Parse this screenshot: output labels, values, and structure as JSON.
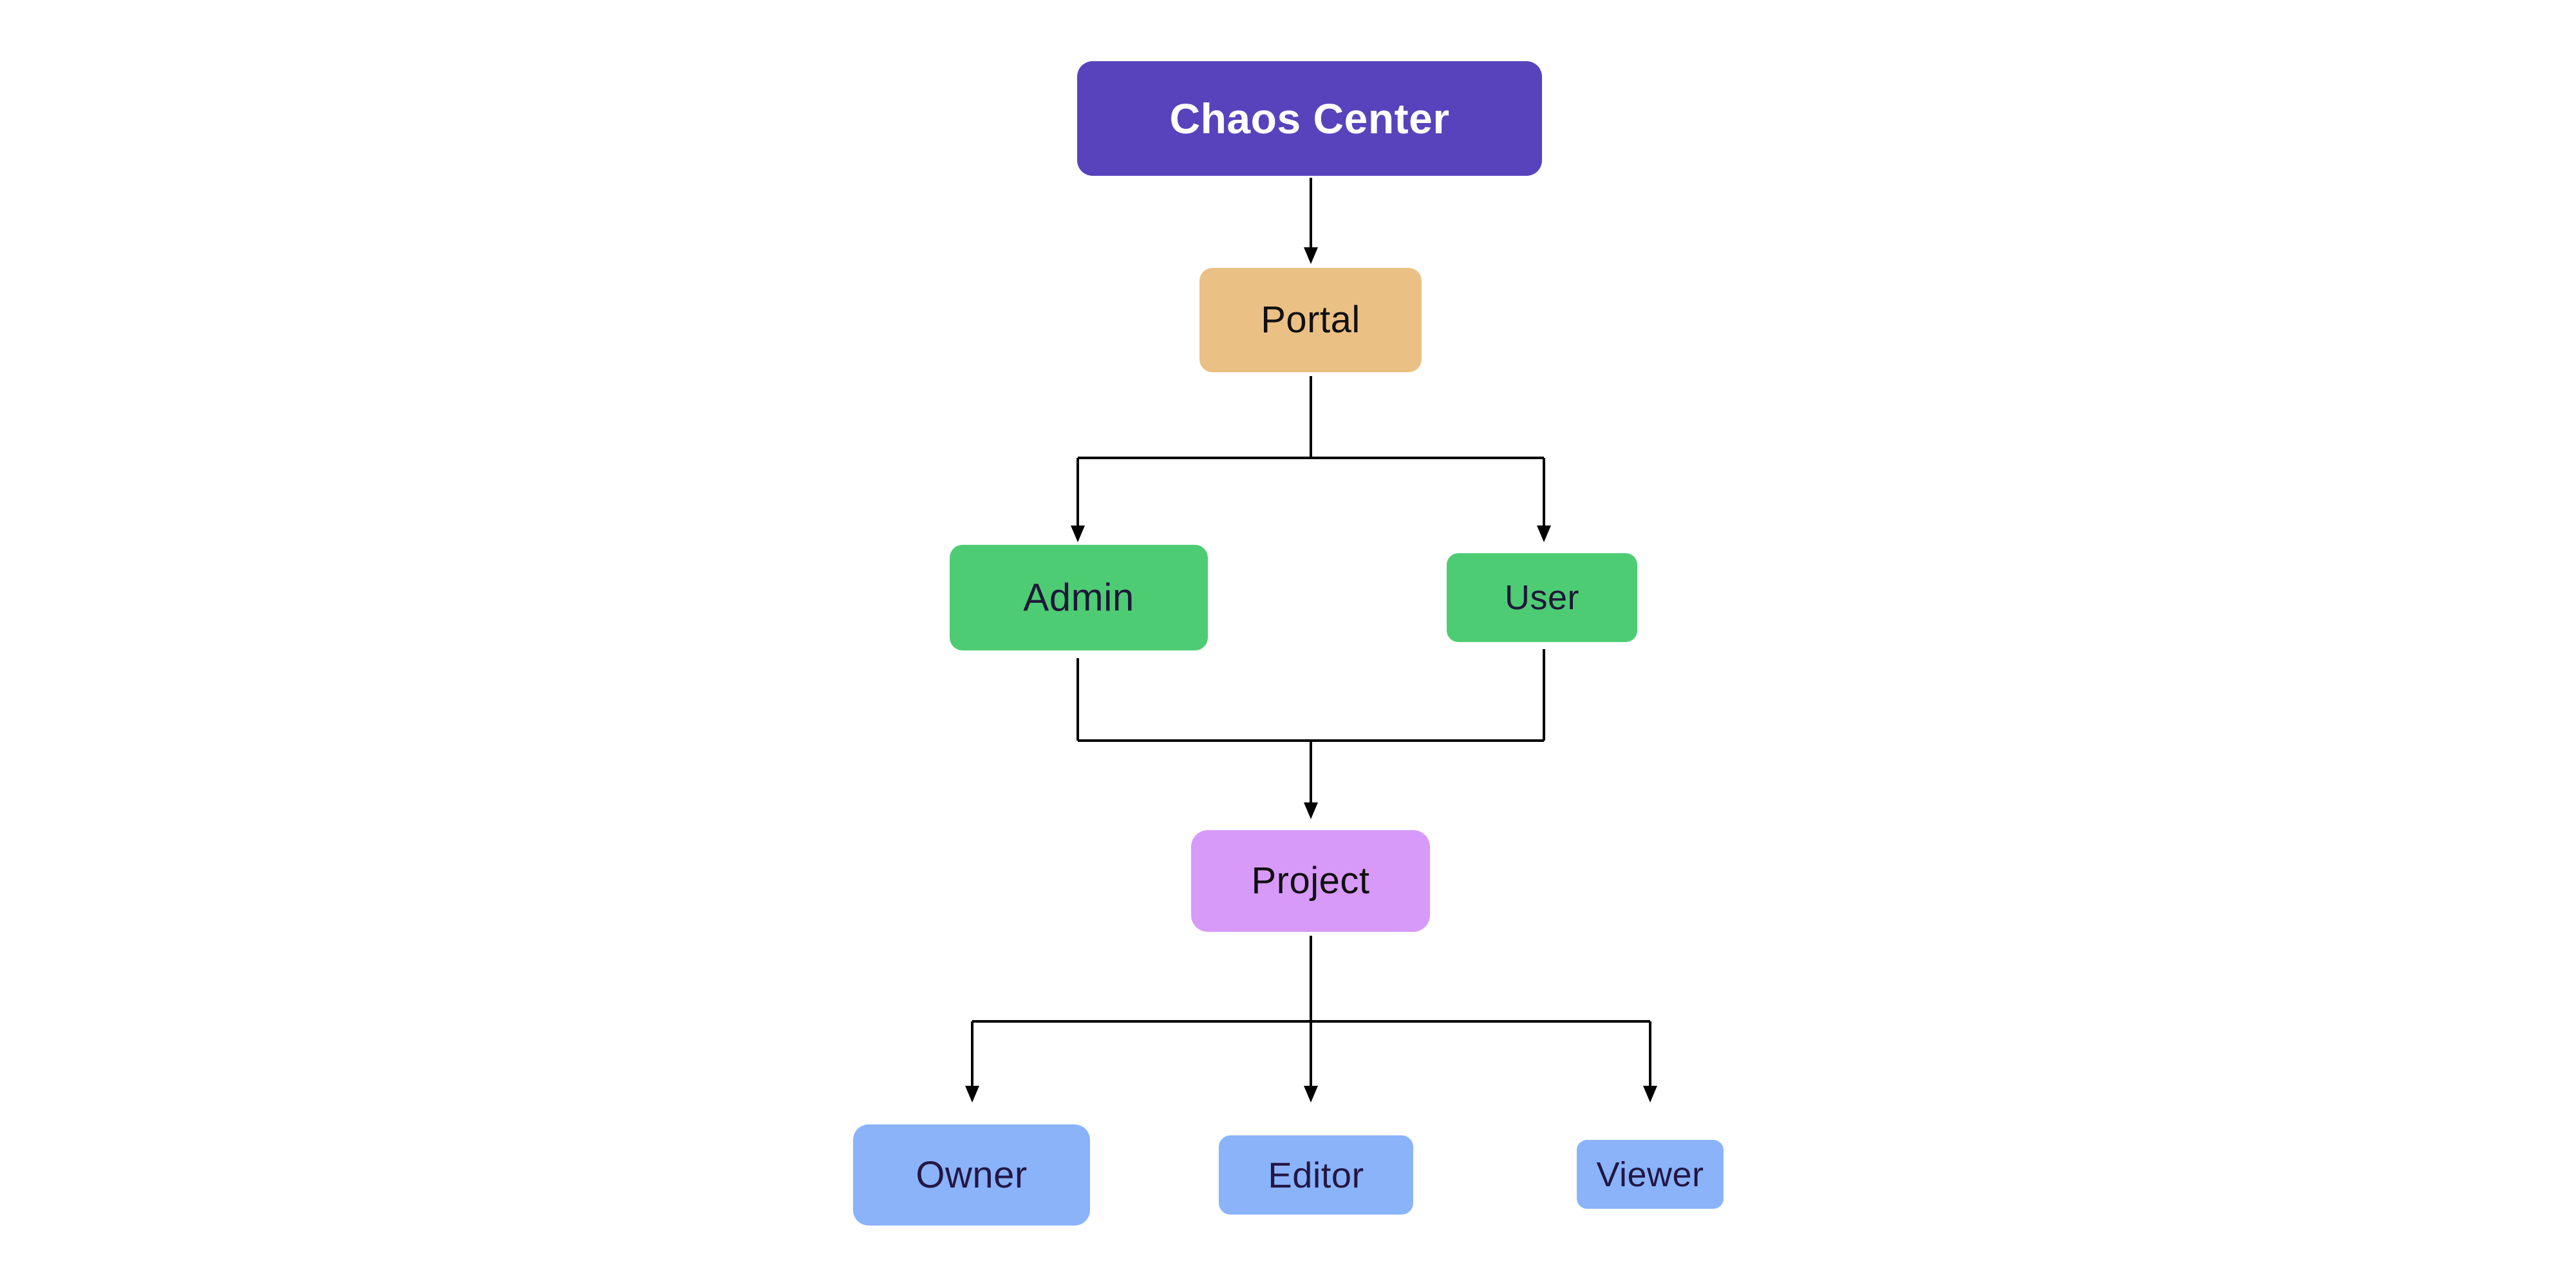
{
  "diagram": {
    "background_color": "#FFFFFF",
    "line_color": "#000000",
    "nodes": {
      "chaos_center": {
        "label": "Chaos Center",
        "bg": "#5843BD",
        "text_color": "#FFFFFF"
      },
      "portal": {
        "label": "Portal",
        "bg": "#EBC085",
        "text_color": "#101010"
      },
      "admin": {
        "label": "Admin",
        "bg": "#4ECC74",
        "text_color": "#1E1838"
      },
      "user": {
        "label": "User",
        "bg": "#4ECC74",
        "text_color": "#1E1838"
      },
      "project": {
        "label": "Project",
        "bg": "#D79AF8",
        "text_color": "#101010"
      },
      "owner": {
        "label": "Owner",
        "bg": "#8AB3FA",
        "text_color": "#231744"
      },
      "editor": {
        "label": "Editor",
        "bg": "#8AB3FA",
        "text_color": "#231744"
      },
      "viewer": {
        "label": "Viewer",
        "bg": "#8AB3FA",
        "text_color": "#231744"
      }
    },
    "edges": [
      {
        "from": "chaos_center",
        "to": "portal"
      },
      {
        "from": "portal",
        "to": "admin"
      },
      {
        "from": "portal",
        "to": "user"
      },
      {
        "from": "admin",
        "to": "project"
      },
      {
        "from": "user",
        "to": "project"
      },
      {
        "from": "project",
        "to": "owner"
      },
      {
        "from": "project",
        "to": "editor"
      },
      {
        "from": "project",
        "to": "viewer"
      }
    ]
  }
}
